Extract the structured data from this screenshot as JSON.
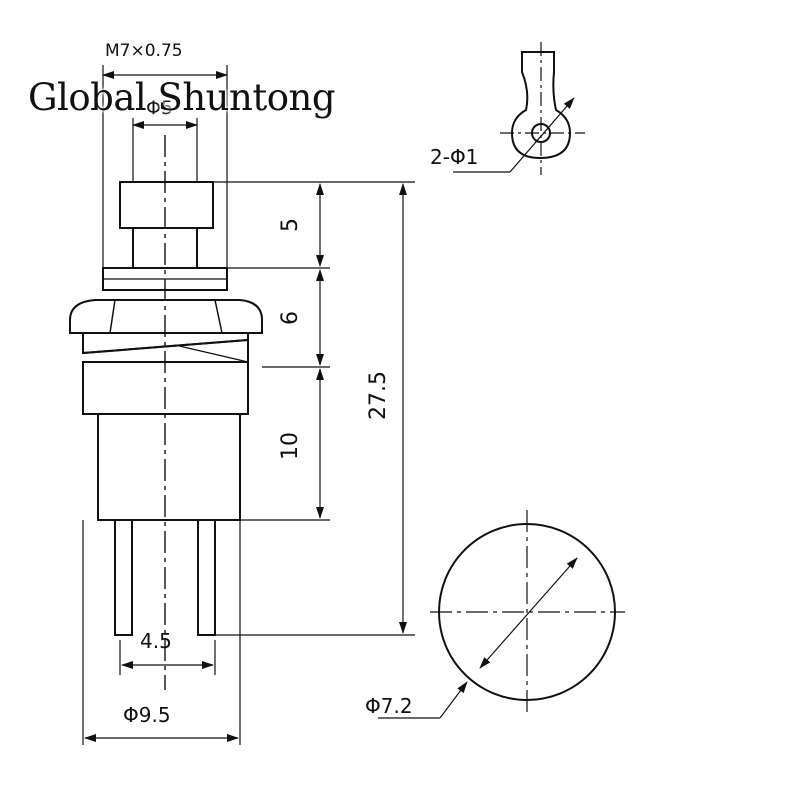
{
  "watermark": "Global Shuntong",
  "labels": {
    "thread": "M7×0.75",
    "thread_partial": "Φ5",
    "terminal_hole": "2-Φ1",
    "dim_cap": "5",
    "dim_nut": "6",
    "dim_body": "10",
    "dim_total": "27.5",
    "dim_pin_spacing": "4.5",
    "dim_body_width": "Φ9.5",
    "dim_cap_diameter": "Φ7.2"
  }
}
